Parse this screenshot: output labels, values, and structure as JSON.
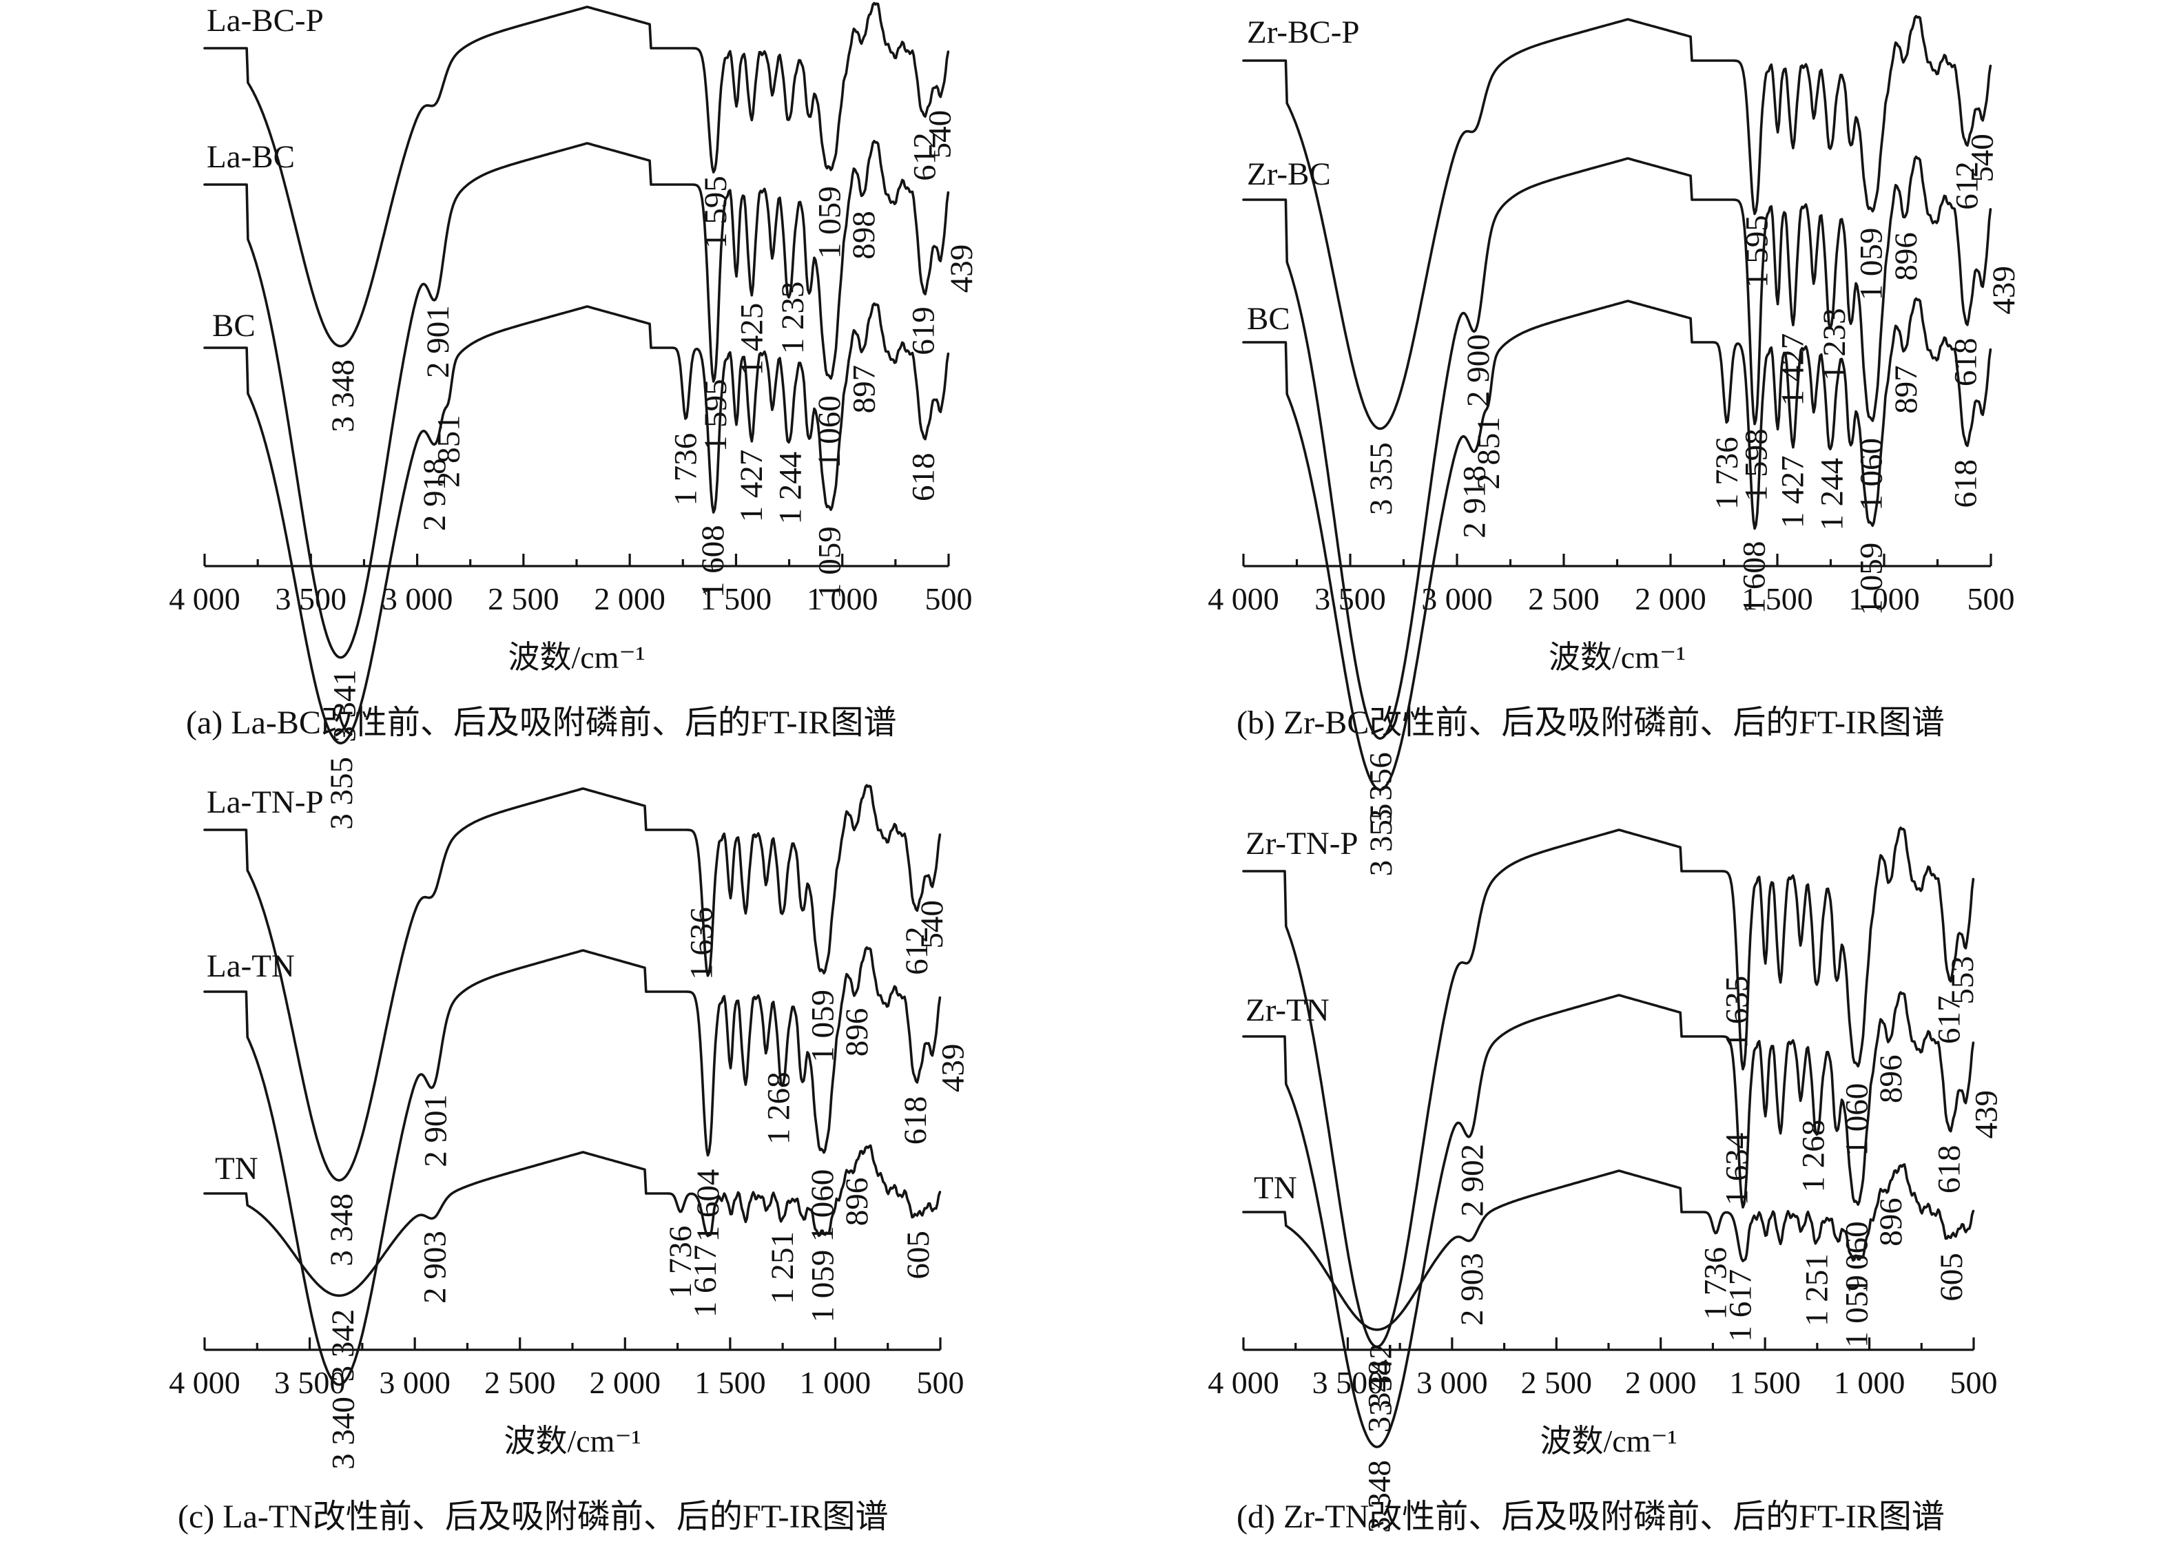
{
  "chart_data": [
    {
      "type": "line",
      "caption": "(a) La-BC改性前、后及吸附磷前、后的FT-IR图谱",
      "xlabel": "波数/cm⁻¹",
      "xlim": [
        4000,
        500
      ],
      "x_reversed": true,
      "x_ticks": [
        {
          "value": 4000,
          "label": "4 000"
        },
        {
          "value": 3500,
          "label": "3 500"
        },
        {
          "value": 3000,
          "label": "3 000"
        },
        {
          "value": 2500,
          "label": "2 500"
        },
        {
          "value": 2000,
          "label": "2 000"
        },
        {
          "value": 1500,
          "label": "1 500"
        },
        {
          "value": 1000,
          "label": "1 000"
        },
        {
          "value": 500,
          "label": "500"
        }
      ],
      "y_axis_shown": false,
      "series": [
        {
          "name": "La-BC-P",
          "peaks": [
            {
              "x": 3348,
              "label": "3 348"
            },
            {
              "x": 1595,
              "label": "1 595"
            },
            {
              "x": 1059,
              "label": "1 059"
            },
            {
              "x": 612,
              "label": "612"
            },
            {
              "x": 540,
              "label": "540"
            }
          ]
        },
        {
          "name": "La-BC",
          "peaks": [
            {
              "x": 3341,
              "label": "3 341"
            },
            {
              "x": 2901,
              "label": "2 901"
            },
            {
              "x": 1595,
              "label": "1 595"
            },
            {
              "x": 1425,
              "label": "1 425"
            },
            {
              "x": 1233,
              "label": "1 233"
            },
            {
              "x": 1060,
              "label": "1 060"
            },
            {
              "x": 898,
              "label": "898"
            },
            {
              "x": 619,
              "label": "619"
            },
            {
              "x": 439,
              "label": "439"
            }
          ]
        },
        {
          "name": "BC",
          "peaks": [
            {
              "x": 3355,
              "label": "3 355"
            },
            {
              "x": 2918,
              "label": "2 918"
            },
            {
              "x": 2851,
              "label": "2 851"
            },
            {
              "x": 1736,
              "label": "1 736"
            },
            {
              "x": 1608,
              "label": "1 608"
            },
            {
              "x": 1427,
              "label": "1 427"
            },
            {
              "x": 1244,
              "label": "1 244"
            },
            {
              "x": 1059,
              "label": "1 059"
            },
            {
              "x": 897,
              "label": "897"
            },
            {
              "x": 618,
              "label": "618"
            }
          ]
        }
      ]
    },
    {
      "type": "line",
      "caption": "(b) Zr-BC改性前、后及吸附磷前、后的FT-IR图谱",
      "xlabel": "波数/cm⁻¹",
      "xlim": [
        4000,
        500
      ],
      "x_reversed": true,
      "x_ticks": [
        {
          "value": 4000,
          "label": "4 000"
        },
        {
          "value": 3500,
          "label": "3 500"
        },
        {
          "value": 3000,
          "label": "3 000"
        },
        {
          "value": 2500,
          "label": "2 500"
        },
        {
          "value": 2000,
          "label": "2 000"
        },
        {
          "value": 1500,
          "label": "1 500"
        },
        {
          "value": 1000,
          "label": "1 000"
        },
        {
          "value": 500,
          "label": "500"
        }
      ],
      "y_axis_shown": false,
      "series": [
        {
          "name": "Zr-BC-P",
          "peaks": [
            {
              "x": 3355,
              "label": "3 355"
            },
            {
              "x": 1595,
              "label": "1 595"
            },
            {
              "x": 1059,
              "label": "1 059"
            },
            {
              "x": 612,
              "label": "612"
            },
            {
              "x": 540,
              "label": "540"
            }
          ]
        },
        {
          "name": "Zr-BC",
          "peaks": [
            {
              "x": 3356,
              "label": "3 356"
            },
            {
              "x": 2900,
              "label": "2 900"
            },
            {
              "x": 1598,
              "label": "1 598"
            },
            {
              "x": 1427,
              "label": "1 427"
            },
            {
              "x": 1233,
              "label": "1 233"
            },
            {
              "x": 1060,
              "label": "1 060"
            },
            {
              "x": 896,
              "label": "896"
            },
            {
              "x": 618,
              "label": "618"
            },
            {
              "x": 439,
              "label": "439"
            }
          ]
        },
        {
          "name": "BC",
          "peaks": [
            {
              "x": 3355,
              "label": "3 355"
            },
            {
              "x": 2918,
              "label": "2 918"
            },
            {
              "x": 2851,
              "label": "2 851"
            },
            {
              "x": 1736,
              "label": "1 736"
            },
            {
              "x": 1608,
              "label": "1 608"
            },
            {
              "x": 1427,
              "label": "1 427"
            },
            {
              "x": 1244,
              "label": "1 244"
            },
            {
              "x": 1059,
              "label": "1 059"
            },
            {
              "x": 897,
              "label": "897"
            },
            {
              "x": 618,
              "label": "618"
            }
          ]
        }
      ]
    },
    {
      "type": "line",
      "caption": "(c) La-TN改性前、后及吸附磷前、后的FT-IR图谱",
      "xlabel": "波数/cm⁻¹",
      "xlim": [
        4000,
        500
      ],
      "x_reversed": true,
      "x_ticks": [
        {
          "value": 4000,
          "label": "4 000"
        },
        {
          "value": 3500,
          "label": "3 500"
        },
        {
          "value": 3000,
          "label": "3 000"
        },
        {
          "value": 2500,
          "label": "2 500"
        },
        {
          "value": 2000,
          "label": "2 000"
        },
        {
          "value": 1500,
          "label": "1 500"
        },
        {
          "value": 1000,
          "label": "1 000"
        },
        {
          "value": 500,
          "label": "500"
        }
      ],
      "y_axis_shown": false,
      "series": [
        {
          "name": "La-TN-P",
          "peaks": [
            {
              "x": 3348,
              "label": "3 348"
            },
            {
              "x": 1636,
              "label": "1 636"
            },
            {
              "x": 1059,
              "label": "1 059"
            },
            {
              "x": 612,
              "label": "612"
            },
            {
              "x": 540,
              "label": "540"
            }
          ]
        },
        {
          "name": "La-TN",
          "peaks": [
            {
              "x": 3340,
              "label": "3 340"
            },
            {
              "x": 2901,
              "label": "2 901"
            },
            {
              "x": 1604,
              "label": "1 604"
            },
            {
              "x": 1268,
              "label": "1 268"
            },
            {
              "x": 1060,
              "label": "1 060"
            },
            {
              "x": 896,
              "label": "896"
            },
            {
              "x": 618,
              "label": "618"
            },
            {
              "x": 439,
              "label": "439"
            }
          ]
        },
        {
          "name": "TN",
          "peaks": [
            {
              "x": 3342,
              "label": "3 342"
            },
            {
              "x": 2903,
              "label": "2 903"
            },
            {
              "x": 1736,
              "label": "1 736"
            },
            {
              "x": 1617,
              "label": "1 617"
            },
            {
              "x": 1251,
              "label": "1 251"
            },
            {
              "x": 1059,
              "label": "1 059"
            },
            {
              "x": 896,
              "label": "896"
            },
            {
              "x": 605,
              "label": "605"
            }
          ]
        }
      ]
    },
    {
      "type": "line",
      "caption": "(d) Zr-TN改性前、后及吸附磷前、后的FT-IR图谱",
      "xlabel": "波数/cm⁻¹",
      "xlim": [
        4000,
        500
      ],
      "x_reversed": true,
      "x_ticks": [
        {
          "value": 4000,
          "label": "4 000"
        },
        {
          "value": 3500,
          "label": "3 500"
        },
        {
          "value": 3000,
          "label": "3 000"
        },
        {
          "value": 2500,
          "label": "2 500"
        },
        {
          "value": 2000,
          "label": "2 000"
        },
        {
          "value": 1500,
          "label": "1 500"
        },
        {
          "value": 1000,
          "label": "1 000"
        },
        {
          "value": 500,
          "label": "500"
        }
      ],
      "y_axis_shown": false,
      "series": [
        {
          "name": "Zr-TN-P",
          "peaks": [
            {
              "x": 3348,
              "label": "3 348"
            },
            {
              "x": 1635,
              "label": "1 635"
            },
            {
              "x": 1060,
              "label": "1 060"
            },
            {
              "x": 617,
              "label": "617"
            },
            {
              "x": 553,
              "label": "553"
            }
          ]
        },
        {
          "name": "Zr-TN",
          "peaks": [
            {
              "x": 3348,
              "label": "3 348"
            },
            {
              "x": 2902,
              "label": "2 902"
            },
            {
              "x": 1634,
              "label": "1 634"
            },
            {
              "x": 1268,
              "label": "1 268"
            },
            {
              "x": 1060,
              "label": "1 060"
            },
            {
              "x": 896,
              "label": "896"
            },
            {
              "x": 618,
              "label": "618"
            },
            {
              "x": 439,
              "label": "439"
            }
          ]
        },
        {
          "name": "TN",
          "peaks": [
            {
              "x": 3342,
              "label": "3 342"
            },
            {
              "x": 2903,
              "label": "2 903"
            },
            {
              "x": 1736,
              "label": "1 736"
            },
            {
              "x": 1617,
              "label": "1 617"
            },
            {
              "x": 1251,
              "label": "1 251"
            },
            {
              "x": 1059,
              "label": "1 059"
            },
            {
              "x": 896,
              "label": "896"
            },
            {
              "x": 605,
              "label": "605"
            }
          ]
        }
      ]
    }
  ]
}
